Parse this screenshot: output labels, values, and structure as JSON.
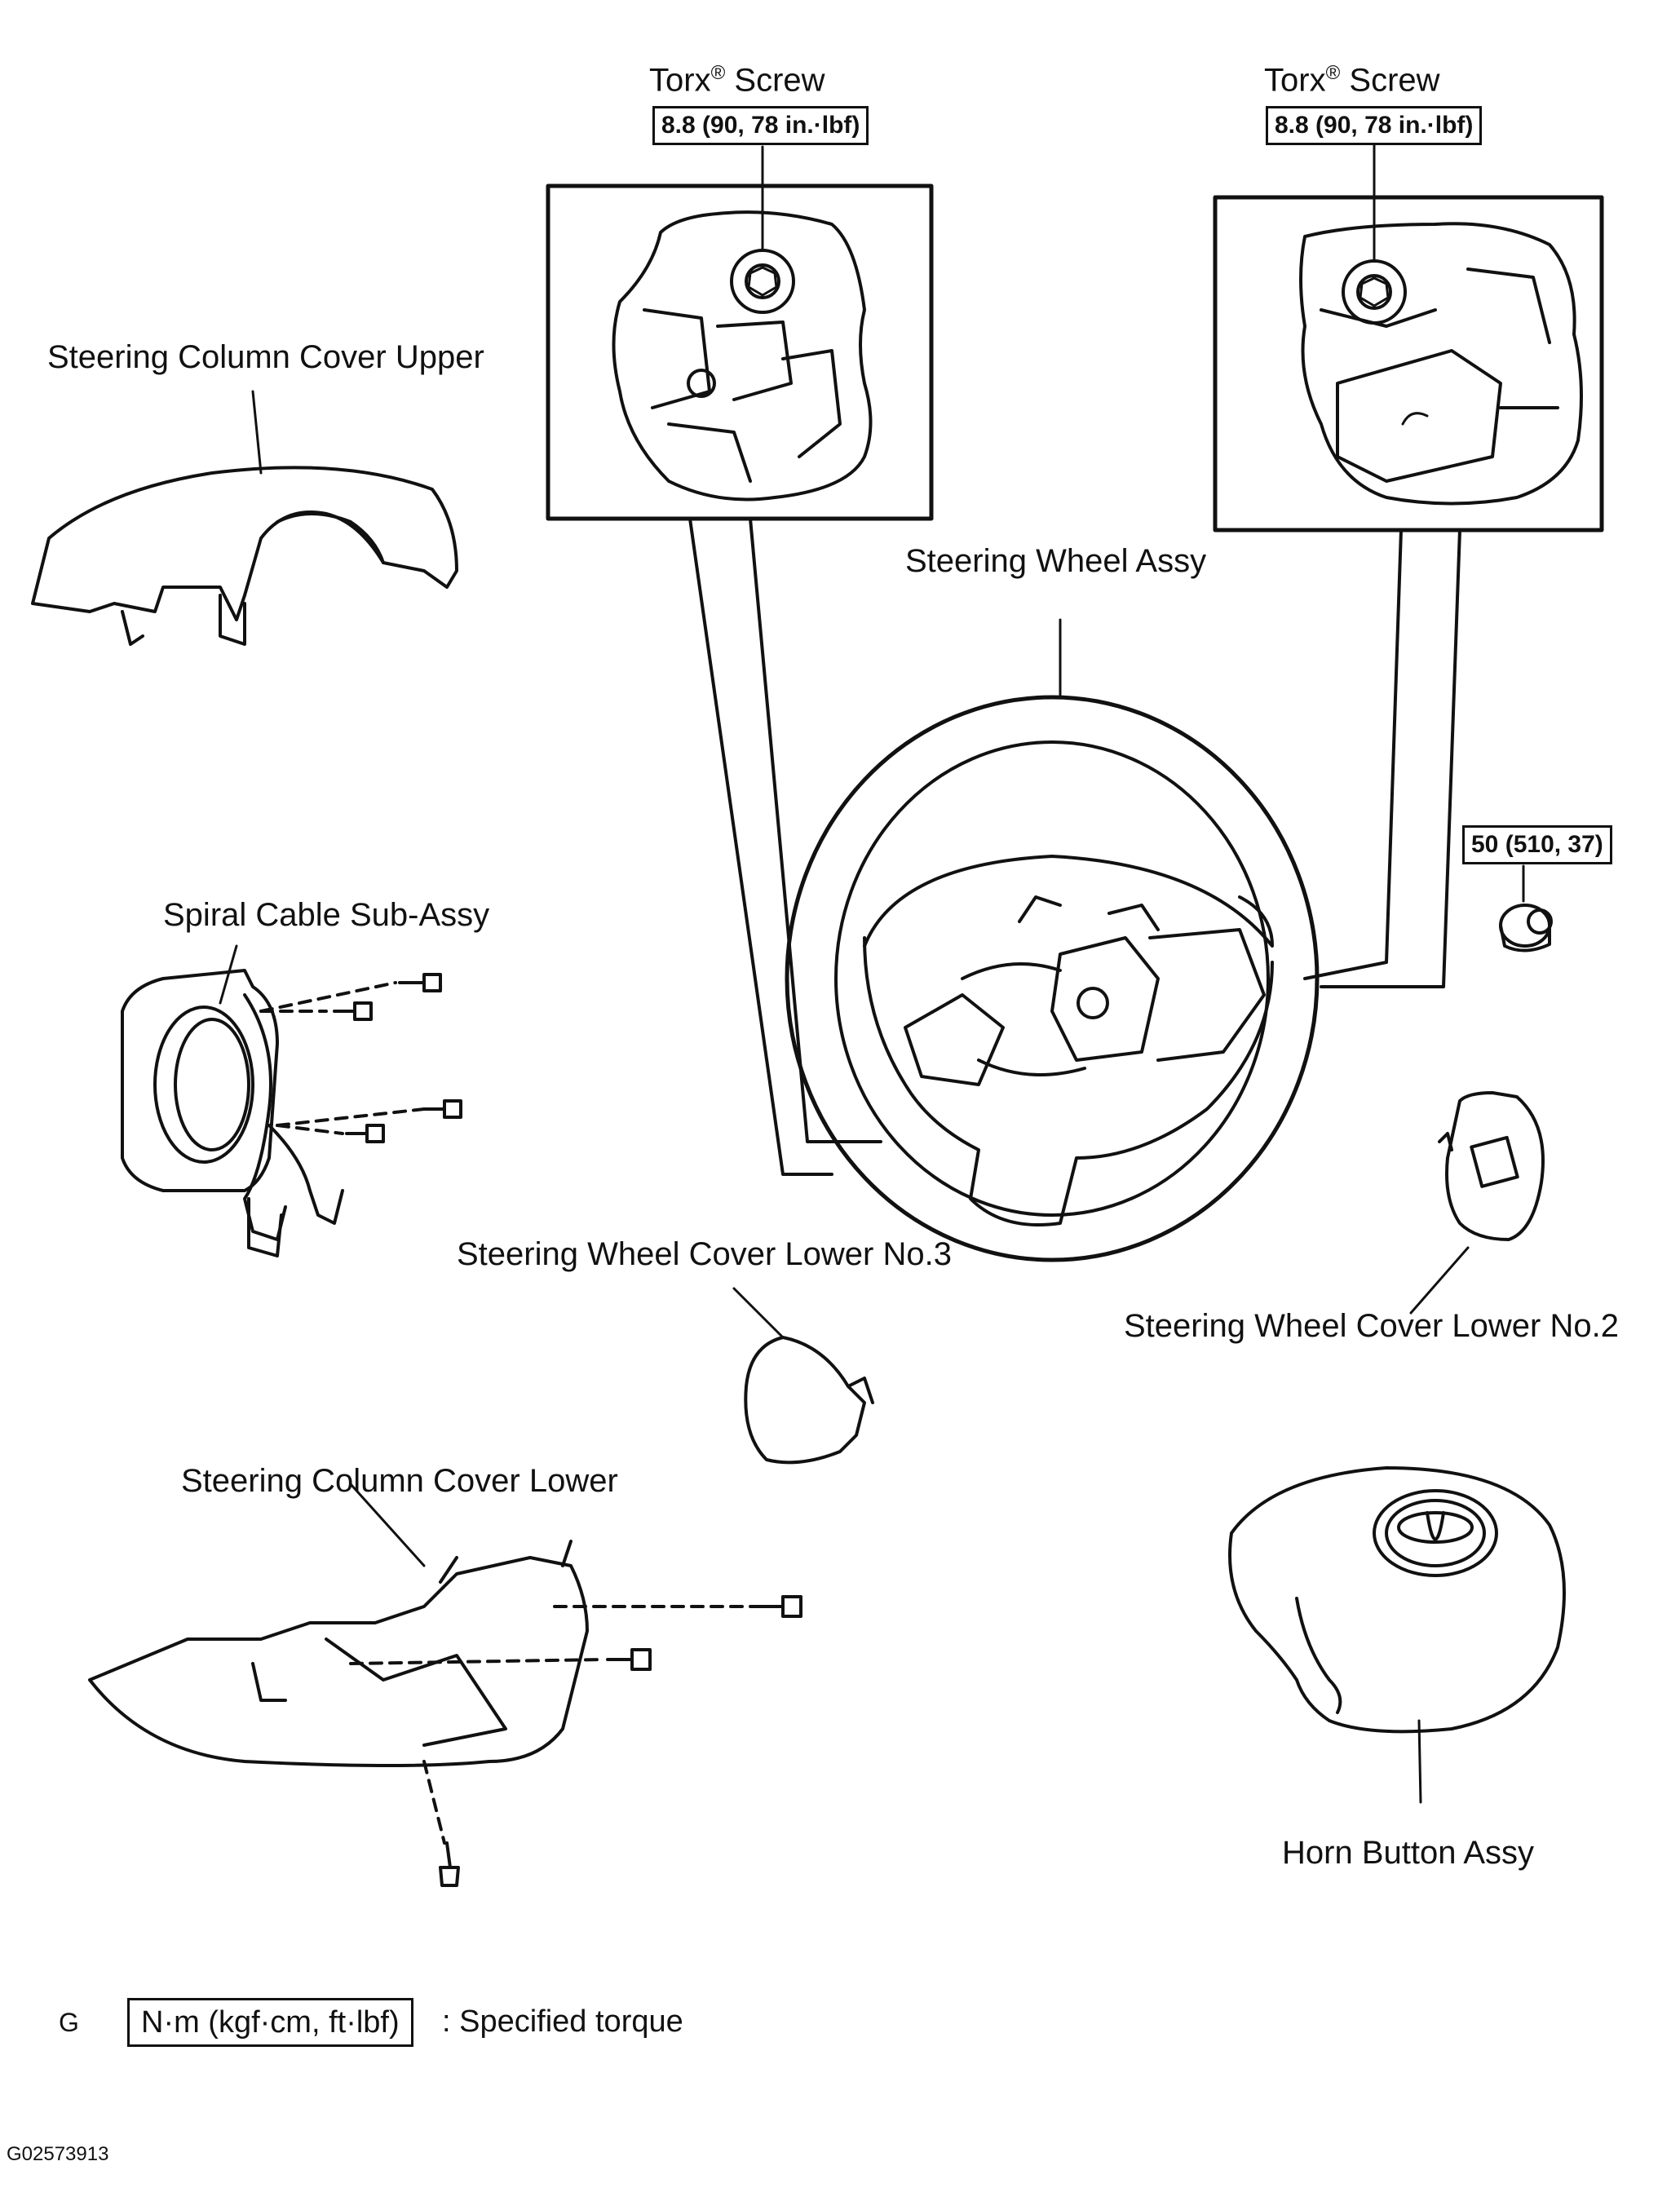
{
  "labels": {
    "torx_screw_left": "Torx",
    "torx_screw_right": "Torx",
    "registered_mark": "®",
    "screw_word": "Screw",
    "steering_column_cover_upper": "Steering Column Cover Upper",
    "spiral_cable_sub_assy": "Spiral Cable Sub-Assy",
    "steering_wheel_assy": "Steering Wheel Assy",
    "steering_wheel_cover_lower_no3": "Steering Wheel Cover Lower No.3",
    "steering_wheel_cover_lower_no2": "Steering Wheel Cover Lower No.2",
    "steering_column_cover_lower": "Steering Column Cover Lower",
    "horn_button_assy": "Horn Button Assy"
  },
  "torque_values": {
    "torx_left": "8.8 (90, 78 in.·lbf)",
    "torx_right": "8.8 (90, 78 in.·lbf)",
    "nut": "50 (510, 37)"
  },
  "legend": {
    "letter": "G",
    "unit_box": "N·m (kgf·cm, ft·lbf)",
    "description": ": Specified torque"
  },
  "figure_id": "G02573913"
}
